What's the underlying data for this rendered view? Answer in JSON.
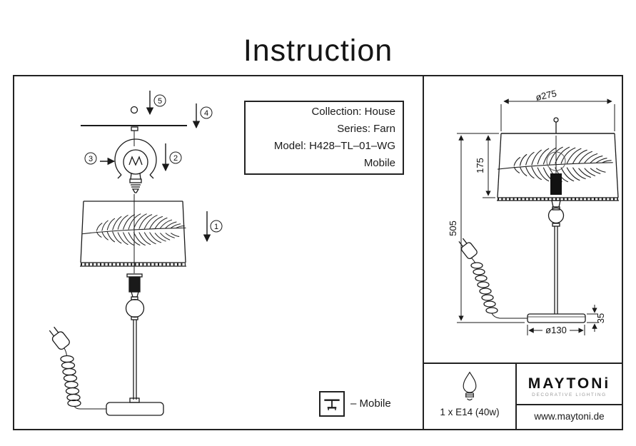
{
  "title": "Instruction",
  "info_box": {
    "line1": "Collection: House",
    "line2": "Series: Farn",
    "line3": "Model: H428–TL–01–WG",
    "line4": "Mobile"
  },
  "steps": {
    "s1": "1",
    "s2": "2",
    "s3": "3",
    "s4": "4",
    "s5": "5"
  },
  "dimensions": {
    "shade_diameter": "ø275",
    "shade_height": "175",
    "total_height": "505",
    "base_diameter": "ø130",
    "base_height": "35"
  },
  "mobile_note": {
    "label": "– Mobile"
  },
  "lamp_spec": {
    "bulb": "1 x E14 (40w)"
  },
  "brand": {
    "name": "MAYTONi",
    "tagline": "DECORATIVE LIGHTING",
    "website": "www.maytoni.de"
  }
}
